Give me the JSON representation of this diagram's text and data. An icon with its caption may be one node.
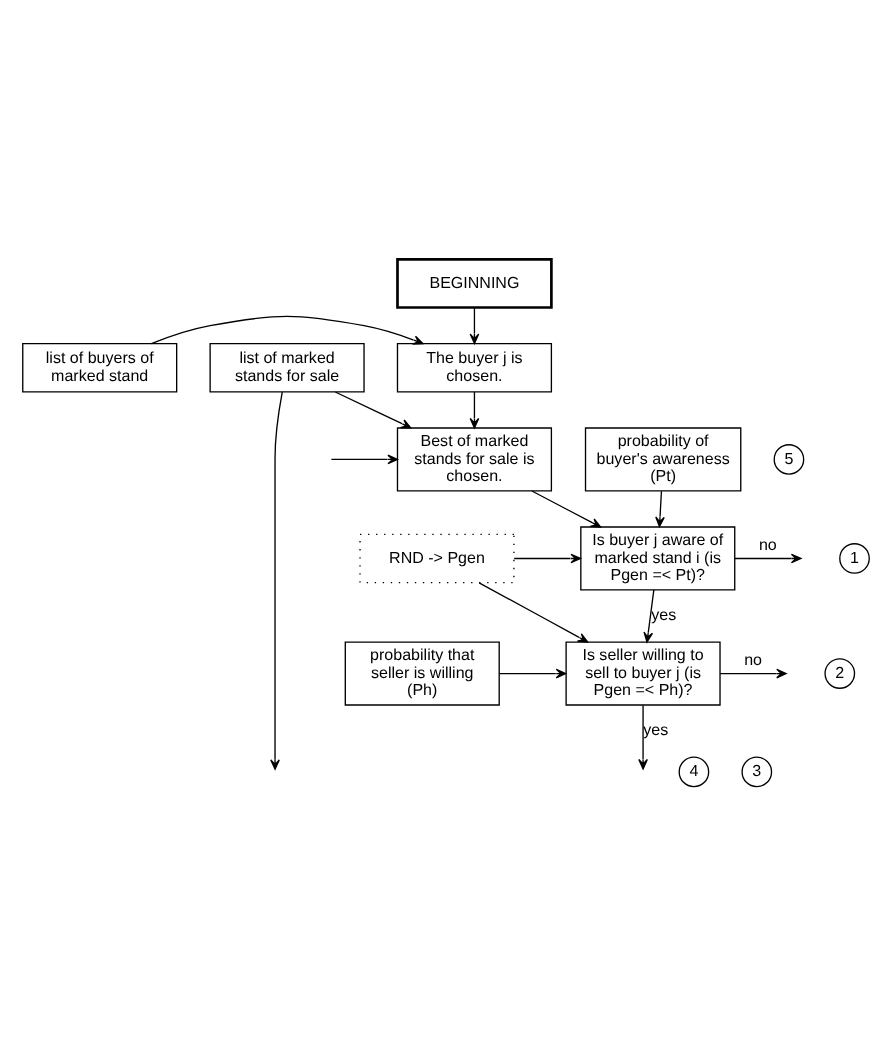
{
  "diagram": {
    "nodes": [
      {
        "text": [
          "BEGINNING"
        ]
      },
      {
        "text": [
          "list of marked stands for sale"
        ]
      },
      {
        "text": [
          "The buyer j is chosen."
        ]
      },
      {
        "text": [
          "list of buyers of marked stand"
        ]
      },
      {
        "text": [
          "probability of buyer's awareness (Pt)"
        ]
      },
      {
        "text": [
          "Best of marked stands for sale is chosen."
        ]
      },
      {
        "text": [
          "5"
        ]
      },
      {
        "text": [
          "RND -> Pgen"
        ]
      },
      {
        "text": [
          "Is buyer j aware of marked stand i (is Pgen =< Pt)?"
        ]
      },
      {
        "text": [
          "1"
        ]
      },
      {
        "text": [
          "probability that seller is willing (Ph)"
        ]
      },
      {
        "text": [
          "Is seller willing to sell to buyer j (is Pgen =< Ph)?"
        ]
      },
      {
        "text": [
          "2"
        ]
      },
      {
        "text": [
          "4"
        ]
      },
      {
        "text": [
          "3"
        ]
      }
    ],
    "edges": [
      {
        "from": 0,
        "to": 2,
        "arrow": "to"
      },
      {
        "from": 3,
        "to": 2,
        "arrow": "to"
      },
      {
        "from": 1,
        "to": 5,
        "arrow": "to"
      },
      {
        "from": 2,
        "to": 5,
        "arrow": "to"
      },
      {
        "from": null,
        "to": 5,
        "arrow": "to"
      },
      {
        "from": 4,
        "to": 8,
        "arrow": "to"
      },
      {
        "from": 5,
        "to": 8,
        "arrow": "to"
      },
      {
        "from": 7,
        "to": 8,
        "arrow": "to"
      },
      {
        "from": 8,
        "to": null,
        "arrow": "to",
        "label": "no"
      },
      {
        "from": 8,
        "to": 11,
        "arrow": "to",
        "label": "yes"
      },
      {
        "from": 7,
        "to": 11,
        "arrow": "to"
      },
      {
        "from": 10,
        "to": 11,
        "arrow": "to"
      },
      {
        "from": 11,
        "to": null,
        "arrow": "to",
        "label": "no"
      },
      {
        "from": 11,
        "to": null,
        "arrow": "to",
        "label": "yes"
      },
      {
        "from": 1,
        "to": null,
        "arrow": "to"
      }
    ]
  }
}
